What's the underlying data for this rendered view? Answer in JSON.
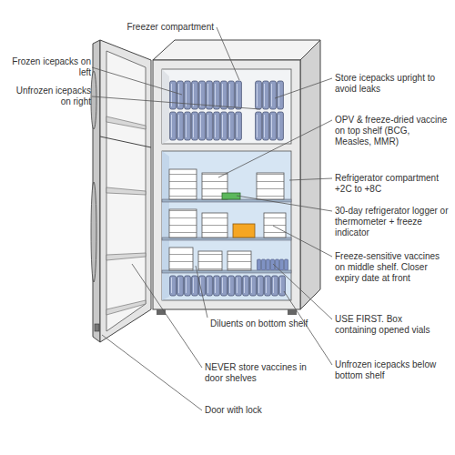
{
  "diagram": {
    "labels": [
      "Freezer compartment",
      "Frozen icepacks on left",
      "Unfrozen icepacks on right",
      "Store icepacks upright to avoid leaks",
      "OPV & freeze-dried vaccine on top shelf (BCG, Measles, MMR)",
      "Refrigerator compartment +2C to +8C",
      "30-day refrigerator logger or thermometer + freeze indicator",
      "Freeze-sensitive vaccines on middle shelf. Closer expiry date at front",
      "USE FIRST. Box containing opened vials",
      "Diluents on bottom shelf",
      "Unfrozen icepacks below bottom shelf",
      "NEVER store vaccines in door shelves",
      "Door with lock"
    ]
  }
}
